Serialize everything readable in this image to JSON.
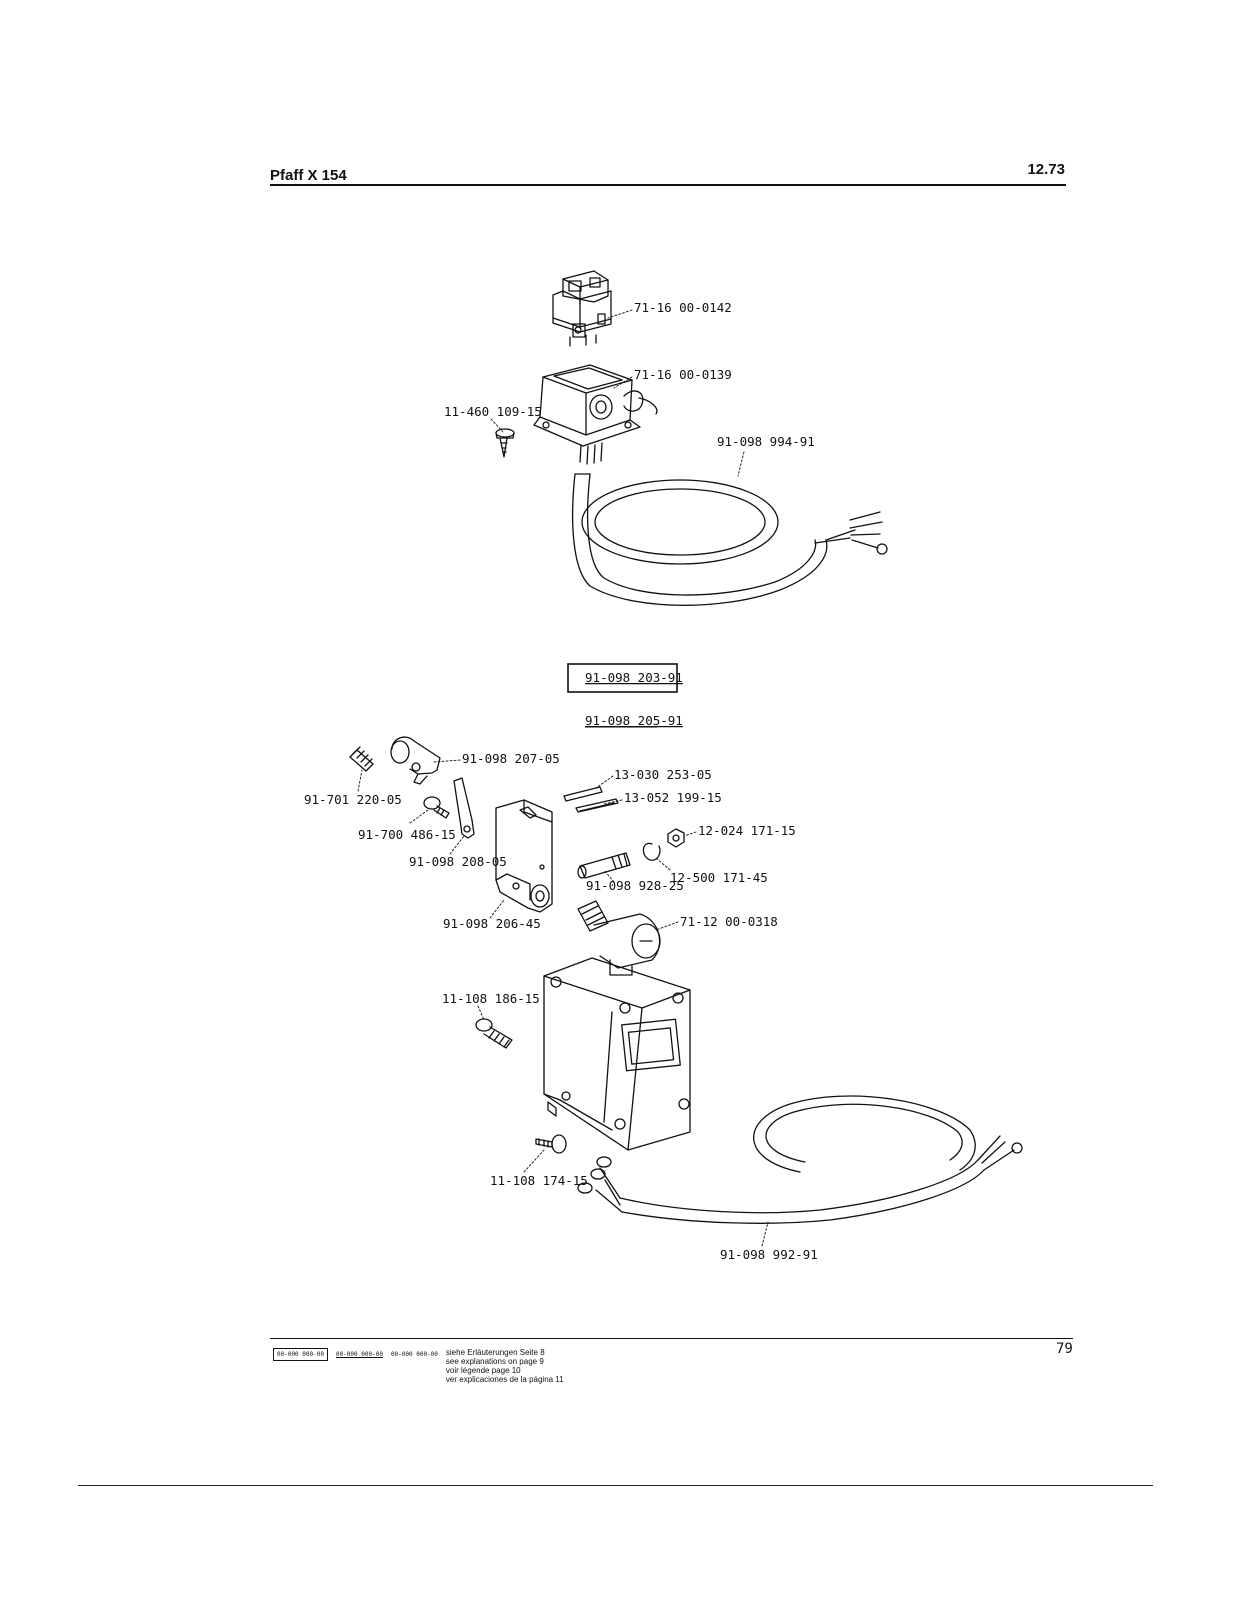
{
  "header": {
    "title": "Pfaff X 154",
    "date": "12.73"
  },
  "parts": [
    {
      "id": "p1",
      "number": "71-16 00-0142"
    },
    {
      "id": "p2",
      "number": "71-16 00-0139"
    },
    {
      "id": "p3",
      "number": "11-460 109-15"
    },
    {
      "id": "p4",
      "number": "91-098 994-91"
    },
    {
      "id": "p5",
      "number": "91-098 203-91",
      "style": "boxed"
    },
    {
      "id": "p6",
      "number": "91-098 205-91",
      "style": "underlined"
    },
    {
      "id": "p7",
      "number": "91-098 207-05"
    },
    {
      "id": "p8",
      "number": "91-701 220-05"
    },
    {
      "id": "p9",
      "number": "91-700 486-15"
    },
    {
      "id": "p10",
      "number": "91-098 208-05"
    },
    {
      "id": "p11",
      "number": "13-030 253-05"
    },
    {
      "id": "p12",
      "number": "13-052 199-15"
    },
    {
      "id": "p13",
      "number": "12-024 171-15"
    },
    {
      "id": "p14",
      "number": "12-500 171-45"
    },
    {
      "id": "p15",
      "number": "91-098 928-25"
    },
    {
      "id": "p16",
      "number": "91-098 206-45"
    },
    {
      "id": "p17",
      "number": "71-12 00-0318"
    },
    {
      "id": "p18",
      "number": "11-108 186-15"
    },
    {
      "id": "p19",
      "number": "11-108 174-15"
    },
    {
      "id": "p20",
      "number": "91-098 992-91"
    }
  ],
  "footer": {
    "legend_codes": [
      "00-000 000-00",
      "00-000 000-00",
      "00-000 000-00"
    ],
    "legend_lines": [
      "siehe Erläuterungen Seite 8",
      "see explanations on page 9",
      "voir légende page 10",
      "ver explicaciones de la página 11"
    ],
    "page_number": "79"
  }
}
